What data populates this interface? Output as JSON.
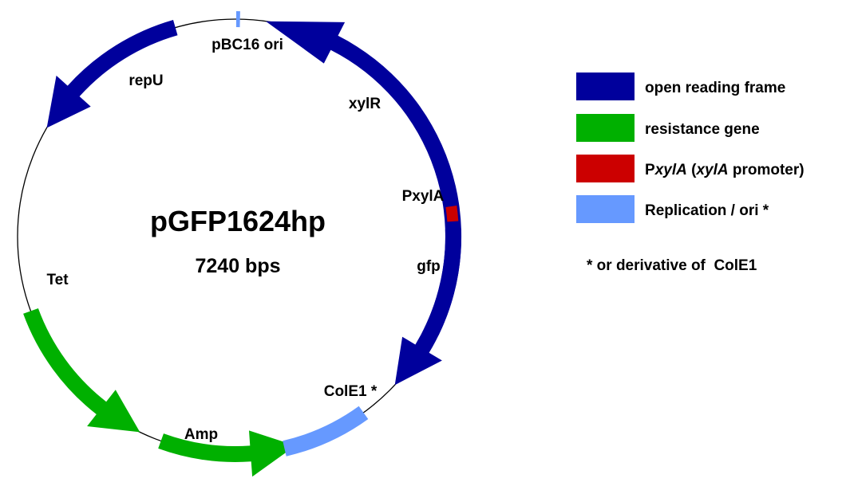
{
  "plasmid": {
    "name": "pGFP1624hp",
    "size": "7240 bps"
  },
  "colors": {
    "orf": "#00009c",
    "resistance": "#00b000",
    "promoter": "#cc0000",
    "replication": "#6699ff",
    "backbone": "#000000"
  },
  "features": [
    {
      "label": "pBC16 ori",
      "type": "replication",
      "shape": "block"
    },
    {
      "label": "repU",
      "type": "orf",
      "shape": "arrow"
    },
    {
      "label": "xylR",
      "type": "orf",
      "shape": "arrow"
    },
    {
      "label": "PxylA",
      "type": "promoter",
      "shape": "block"
    },
    {
      "label": "gfp",
      "type": "orf",
      "shape": "arrow"
    },
    {
      "label": "ColE1 *",
      "type": "replication",
      "shape": "block"
    },
    {
      "label": "Amp",
      "type": "resistance",
      "shape": "arrow"
    },
    {
      "label": "Tet",
      "type": "resistance",
      "shape": "arrow"
    }
  ],
  "legend": [
    {
      "type": "orf",
      "text": "open reading frame"
    },
    {
      "type": "resistance",
      "text": "resistance gene"
    },
    {
      "type": "promoter",
      "parts": [
        {
          "text": "P",
          "italic": false
        },
        {
          "text": "xylA",
          "italic": true
        },
        {
          "text": " (",
          "italic": false
        },
        {
          "text": "xylA",
          "italic": true
        },
        {
          "text": " promoter)",
          "italic": false
        }
      ]
    },
    {
      "type": "replication",
      "text": "Replication / ori *"
    }
  ],
  "footnote": "* or derivative of  ColE1"
}
